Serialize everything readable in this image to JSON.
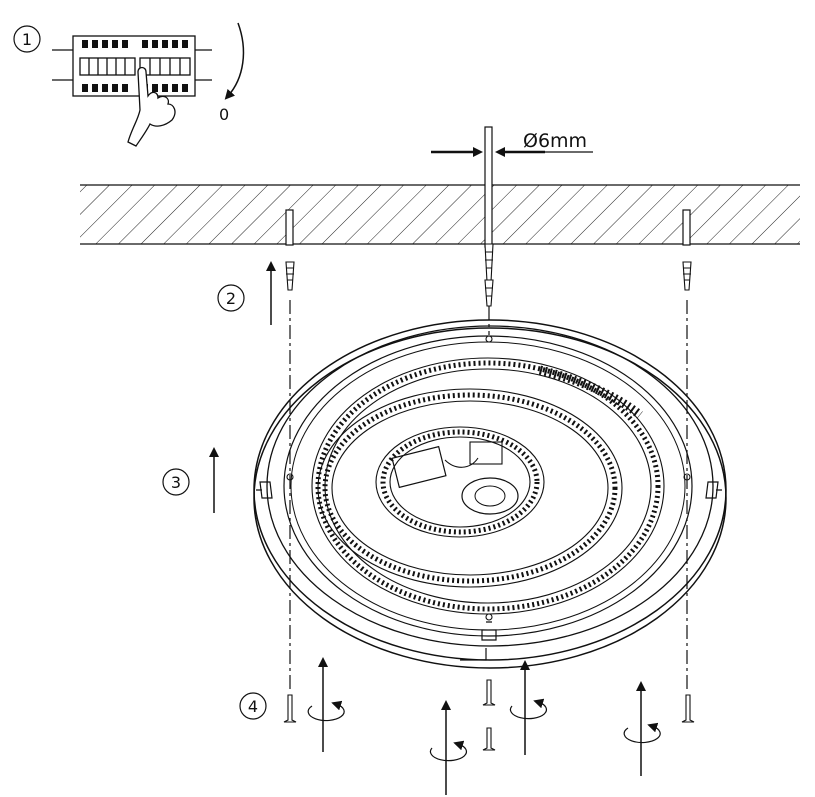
{
  "diagram": {
    "steps": [
      {
        "label": "1"
      },
      {
        "label": "2"
      },
      {
        "label": "3"
      },
      {
        "label": "4"
      }
    ],
    "breaker_state_label": "0",
    "drill_diameter_label": "Ø6mm"
  }
}
